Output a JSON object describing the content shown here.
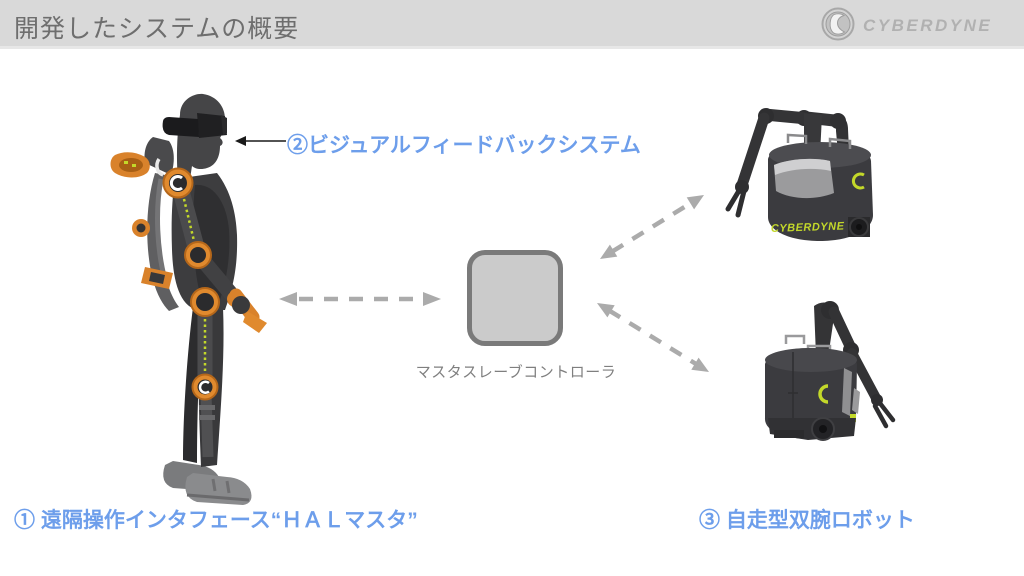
{
  "header": {
    "title": "開発したシステムの概要",
    "logo_text": "CYBERDYNE"
  },
  "labels": {
    "visual_feedback": "②ビジュアルフィードバックシステム",
    "controller": "マスタスレーブコントローラ",
    "hal_master": "① 遠隔操作インタフェース“ＨＡＬマスタ”",
    "dual_arm_robot": "③ 自走型双腕ロボット"
  },
  "illustration_text": {
    "robot_body": "CYBERDYNE"
  },
  "icons": {
    "logo_emblem": "cyberdyne-c-emblem",
    "pointer_arrow": "left-arrow",
    "link_arrows": "double-headed-dashed-arrow"
  },
  "colors": {
    "banner_bg": "#d9d9d9",
    "title_text": "#6e6e6e",
    "logo_gray": "#b1b1b1",
    "label_blue": "#6d9eeb",
    "dashed_arrow_gray": "#ababab",
    "pointer_arrow_black": "#1a1a1a",
    "controller_box_fill": "#cbcbcb",
    "controller_box_border": "#7a7a7a",
    "controller_label_text": "#7f7f7f",
    "exo_orange": "#e08a2e",
    "accent_yellow_green": "#c3d82a",
    "robot_body_dark": "#3b3b3f"
  }
}
